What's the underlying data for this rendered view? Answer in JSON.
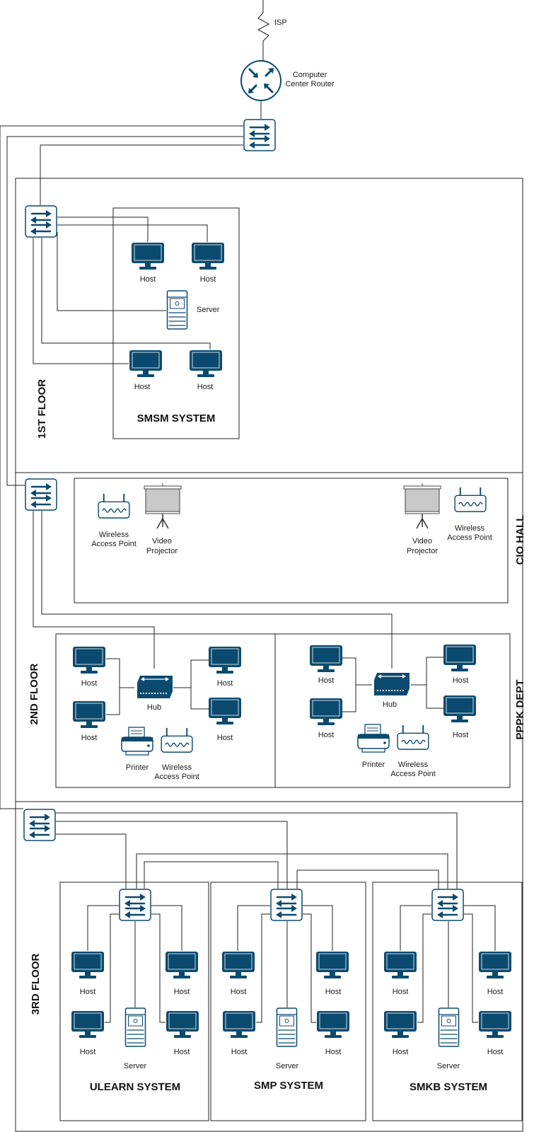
{
  "colors": {
    "device": "#0b4a6f",
    "device_light": "#ffffff",
    "line": "#222222"
  },
  "top": {
    "isp": "ISP",
    "router": [
      "Computer",
      "Center Router"
    ]
  },
  "floors": {
    "first": "1ST FLOOR",
    "second": "2ND FLOOR",
    "third": "3RD FLOOR"
  },
  "areas": {
    "cio_hall": "CIO HALL",
    "pppk_dept": "PPPK DEPT"
  },
  "systems": {
    "smsm": "SMSM SYSTEM",
    "ulearn": "ULEARN SYSTEM",
    "smp": "SMP SYSTEM",
    "smkb": "SMKB SYSTEM"
  },
  "labels": {
    "host": "Host",
    "server": "Server",
    "hub": "Hub",
    "printer": "Printer",
    "wap": [
      "Wireless",
      "Access Point"
    ],
    "projector": [
      "Video",
      "Projector"
    ]
  },
  "icons": [
    "router-icon",
    "switch-icon",
    "monitor-icon",
    "server-icon",
    "hub-icon",
    "printer-icon",
    "wireless-access-point-icon",
    "projector-screen-icon"
  ]
}
